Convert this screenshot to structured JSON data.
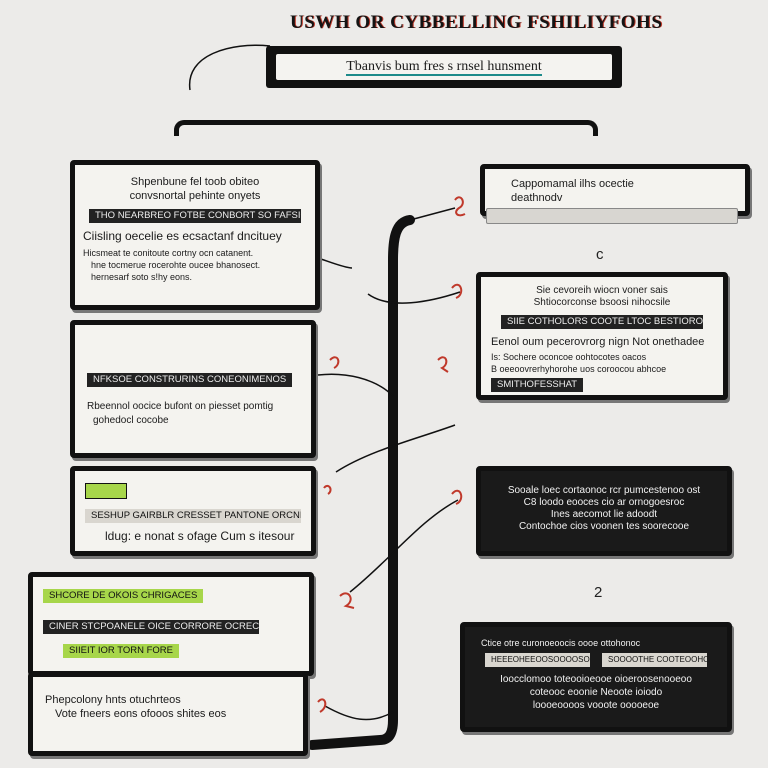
{
  "title": "USWH OR CYBBELLING FSHILIYFOHS",
  "subtitle": "Tbanvis bum fres s rnsel hunsment",
  "left_cards": [
    {
      "lines_top": [
        "Shpenbune fel toob obiteo",
        "convsnortal pehinte onyets"
      ],
      "bar": "THO NEARBREO FOTBE CONBORT SO FAFSIOHOS",
      "heading": "Ciisling oecelie es ecsactanf dncituey",
      "lines_bottom": [
        "Hicsmeat te conitoute cortny ocn catanent.",
        "hne tocmerue rocerohte oucee bhanosect.",
        "hernesarf soto s!hy eons."
      ]
    },
    {
      "bar": "NFKSOE CONSTRURINS CONEONIMENOS",
      "lines": [
        "Rbeennol oocice bufont on piesset pomtig",
        "gohedocl cocobe"
      ]
    },
    {
      "bar": "SESHUP GAIRBLR CRESSET PANTONE ORCNIORSE",
      "lines": [
        "ldug: e nonat s ofage Cum s itesour"
      ]
    },
    {
      "green1": "SHCORE DE OKOIS CHRIGACES",
      "bar": "CINER STCPOANELE OICE CORRORE OCRECPTURE",
      "green2": "SIIEIT IOR TORN FORE"
    },
    {
      "lines": [
        "Phepcolony hnts otuchrteos",
        "Vote fneers eons ofooos shites eos"
      ]
    }
  ],
  "right_cards": [
    {
      "lines": [
        "Cappomamal ilhs ocectie",
        "deathnodv"
      ]
    },
    {
      "lines_top": [
        "Sie cevoreih wiocn voner sais",
        "Shtiocorconse bsoosi nihocsile"
      ],
      "bar": "SIIE COTHOLORS COOTE LTOC BESTIOROOS",
      "heading": "Eenol oum pecerovrorg nign Not onethadee",
      "lines": [
        "Is: Sochere oconcoe oohtocotes oacos",
        "B oeeoovrerhyhorohe uos coroocou abhcoe"
      ],
      "footer": "SMITHOFESSHAT"
    },
    {
      "lines": [
        "Sooale loec cortaonoc rcr pumcestenoo ost",
        "C8 loodo eooces cio ar ornogoesroc",
        "Ines aecomot lie adoodt",
        "Contochoe cios voonen tes soorecooe"
      ]
    },
    {
      "lines_top": [
        "Ctice otre curonoeoocis oooe ottohonoc"
      ],
      "bars": [
        "HEEEOHEEOOSOOOOSOO",
        "SOOOOTHE COOTEOOHOE"
      ],
      "lines": [
        "Ioocclomoo toteooioeooe oioeroosenooeoo",
        "coteooc eoonie Neoote ioiodo",
        "loooeoooos vooote ooooeoe"
      ]
    }
  ],
  "markers": [
    "c",
    "2"
  ],
  "colors": {
    "accent": "#c0392b",
    "teal": "#1c8a8a",
    "green": "#a7d64a",
    "ink": "#111111"
  }
}
